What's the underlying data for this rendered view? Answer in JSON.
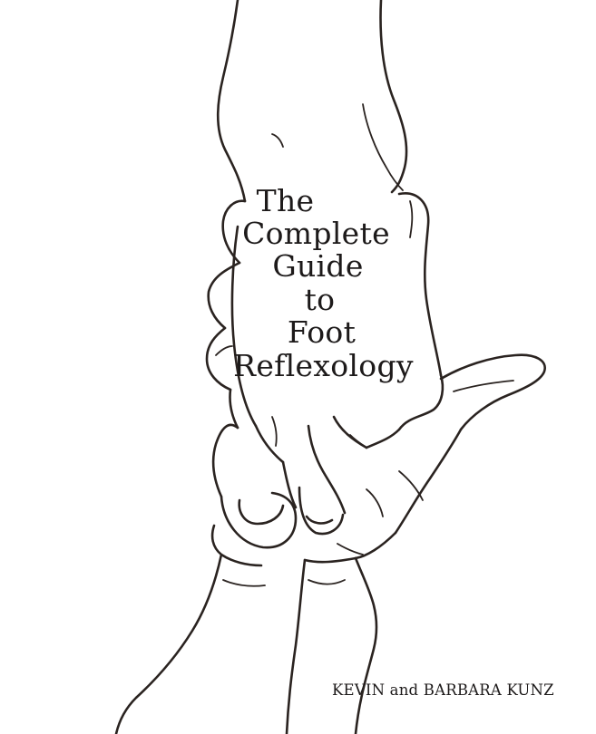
{
  "cover": {
    "title_lines": [
      "The",
      "Complete",
      "Guide",
      "to",
      "Foot",
      "Reflexology"
    ],
    "authors": "KEVIN and BARBARA KUNZ"
  },
  "illustration": {
    "subject": "hand-holding-foot-line-drawing",
    "ink_color": "#2a2320",
    "background_color": "#ffffff"
  }
}
